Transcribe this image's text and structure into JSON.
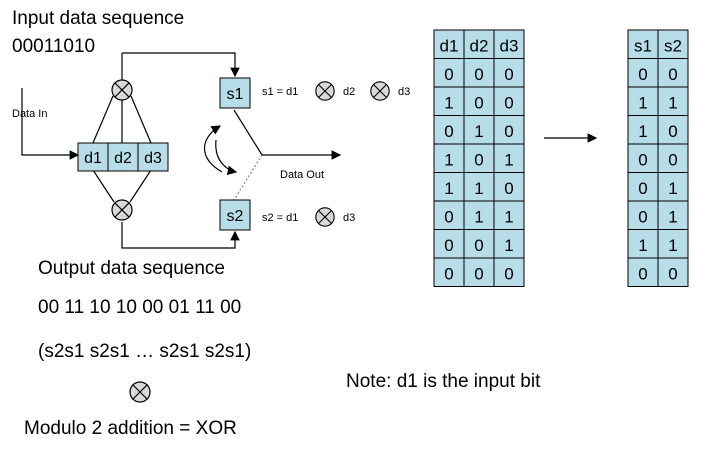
{
  "input_title": "Input data sequence",
  "input_bits": "00011010",
  "data_in_label": "Data In",
  "data_out_label": "Data Out",
  "registers": [
    "d1",
    "d2",
    "d3"
  ],
  "output_regs": {
    "s1": "s1",
    "s2": "s2"
  },
  "eq_s1": {
    "prefix": "s1 = d1",
    "mid": "d2",
    "end": "d3"
  },
  "eq_s2": {
    "prefix": "s2 = d1",
    "end": "d3"
  },
  "output_title": "Output data sequence",
  "output_bits": "00 11 10 10 00 01 11 00",
  "output_pattern": "(s2s1 s2s1 … s2s1 s2s1)",
  "legend_text": "Modulo 2 addition = XOR",
  "note": "Note: d1 is the input bit",
  "input_table": {
    "headers": [
      "d1",
      "d2",
      "d3"
    ],
    "rows": [
      [
        "0",
        "0",
        "0"
      ],
      [
        "1",
        "0",
        "0"
      ],
      [
        "0",
        "1",
        "0"
      ],
      [
        "1",
        "0",
        "1"
      ],
      [
        "1",
        "1",
        "0"
      ],
      [
        "0",
        "1",
        "1"
      ],
      [
        "0",
        "0",
        "1"
      ],
      [
        "0",
        "0",
        "0"
      ]
    ]
  },
  "output_table": {
    "headers": [
      "s1",
      "s2"
    ],
    "rows": [
      [
        "0",
        "0"
      ],
      [
        "1",
        "1"
      ],
      [
        "1",
        "0"
      ],
      [
        "0",
        "0"
      ],
      [
        "0",
        "1"
      ],
      [
        "0",
        "1"
      ],
      [
        "1",
        "1"
      ],
      [
        "0",
        "0"
      ]
    ]
  },
  "colors": {
    "box_fill": "#b7dde8",
    "line": "#000000",
    "xor_fill": "#d9d9d9"
  }
}
